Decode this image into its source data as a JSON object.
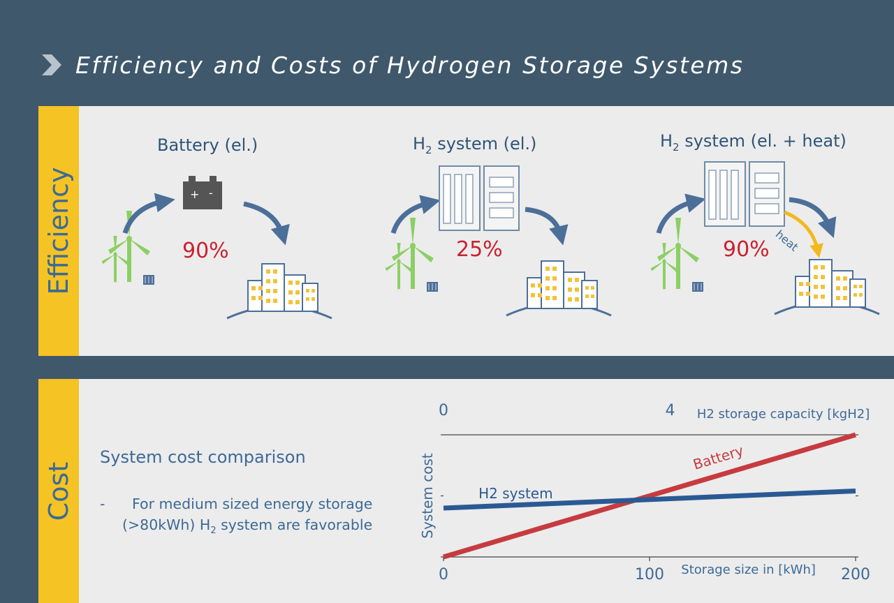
{
  "header": {
    "title": "Efficiency and Costs of Hydrogen Storage Systems",
    "chevron_icon": "chevron-right-icon"
  },
  "efficiency": {
    "section_label": "Efficiency",
    "columns": [
      {
        "title": "Battery (el.)",
        "percent": "90%"
      },
      {
        "title_pre": "H",
        "title_sub": "2",
        "title_post": " system (el.)",
        "percent": "25%"
      },
      {
        "title_pre": "H",
        "title_sub": "2",
        "title_post": " system (el. + heat)",
        "percent": "90%",
        "heat_label": "heat"
      }
    ]
  },
  "cost": {
    "section_label": "Cost",
    "heading": "System cost comparison",
    "bullet_dash": "-",
    "bullet_line1": "For medium sized energy storage",
    "bullet_line2_pre": "(>80kWh) H",
    "bullet_line2_sub": "2",
    "bullet_line2_post": " system are favorable"
  },
  "chart_data": {
    "type": "line",
    "xlabel": "Storage size in [kWh]",
    "ylabel": "System cost",
    "x2label": "H2 storage capacity [kgH2]",
    "xlim": [
      0,
      200
    ],
    "xticks": [
      0,
      100,
      200
    ],
    "x2ticks": [
      0,
      4
    ],
    "x2_tick_positions_kwh": [
      0,
      110
    ],
    "ylim": [
      0,
      2
    ],
    "series": [
      {
        "name": "Battery",
        "x": [
          0,
          200
        ],
        "y": [
          0,
          2.0
        ],
        "color": "#c63b3f"
      },
      {
        "name": "H2 system",
        "x": [
          0,
          200
        ],
        "y": [
          0.8,
          1.08
        ],
        "color": "#2a5a94"
      }
    ]
  },
  "colors": {
    "background": "#3f586b",
    "panel": "#ececec",
    "accent_yellow": "#f6c324",
    "text_blue": "#2f5478",
    "percent_red": "#c8212f"
  }
}
